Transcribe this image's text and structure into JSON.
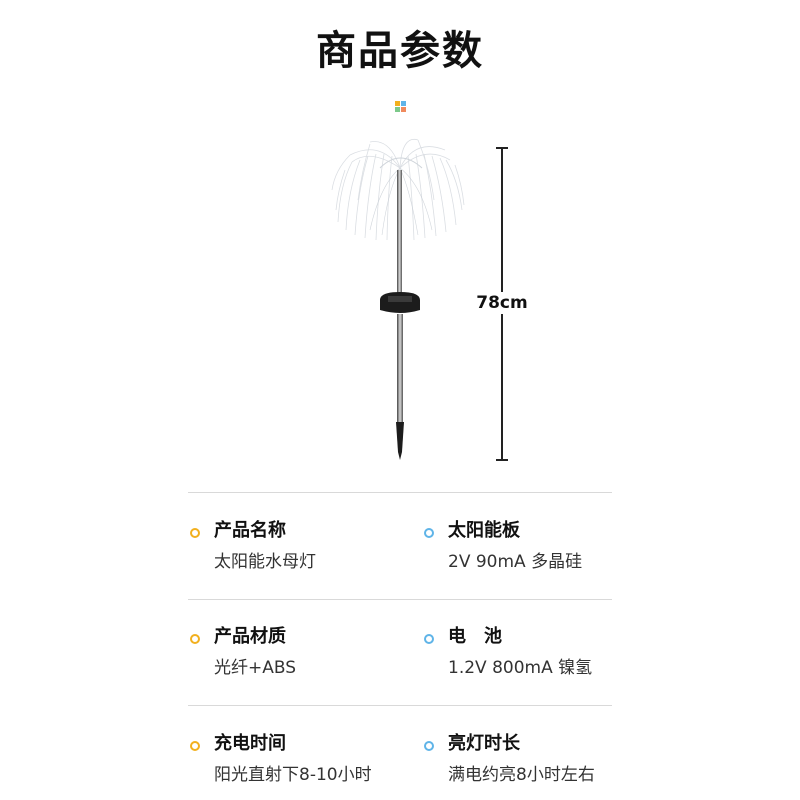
{
  "title": "商品参数",
  "dimension": {
    "height_label": "78cm"
  },
  "specs": [
    {
      "label": "产品名称",
      "value": "太阳能水母灯"
    },
    {
      "label": "太阳能板",
      "value": "2V 90mA 多晶硅"
    },
    {
      "label": "产品材质",
      "value": "光纤+ABS"
    },
    {
      "label": "电　池",
      "value": "1.2V 800mA 镍氢"
    },
    {
      "label": "充电时间",
      "value": "阳光直射下8-10小时"
    },
    {
      "label": "亮灯时长",
      "value": "满电约亮8小时左右"
    }
  ],
  "colors": {
    "bullet_left": "#f2b01e",
    "bullet_right": "#5fb4e8",
    "divider": "#d9d9d9",
    "deco": [
      "#f2b01e",
      "#5fb4e8",
      "#7cc98a",
      "#f08a5d"
    ]
  },
  "icons": {
    "deco": "four-square-grid-icon",
    "bullet": "ring-bullet-icon"
  }
}
